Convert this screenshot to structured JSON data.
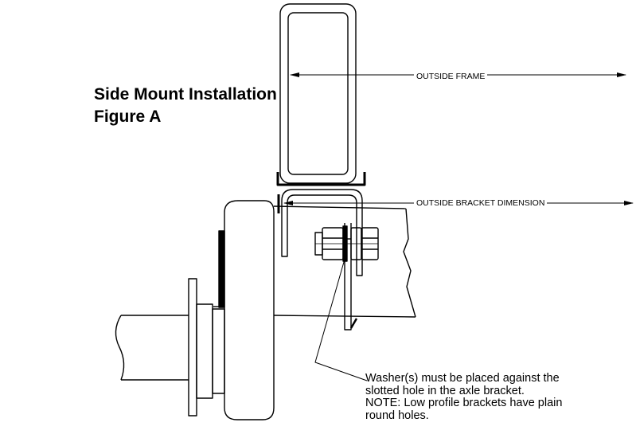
{
  "title": {
    "line1": "Side Mount Installation",
    "line2": "Figure A"
  },
  "dimensions": {
    "outside_frame": "OUTSIDE FRAME",
    "outside_bracket": "OUTSIDE BRACKET DIMENSION"
  },
  "callout": {
    "line1": "Washer(s) must be placed against the",
    "line2": "slotted hole in the axle bracket.",
    "line3": "NOTE: Low profile brackets have plain",
    "line4": "round holes."
  }
}
